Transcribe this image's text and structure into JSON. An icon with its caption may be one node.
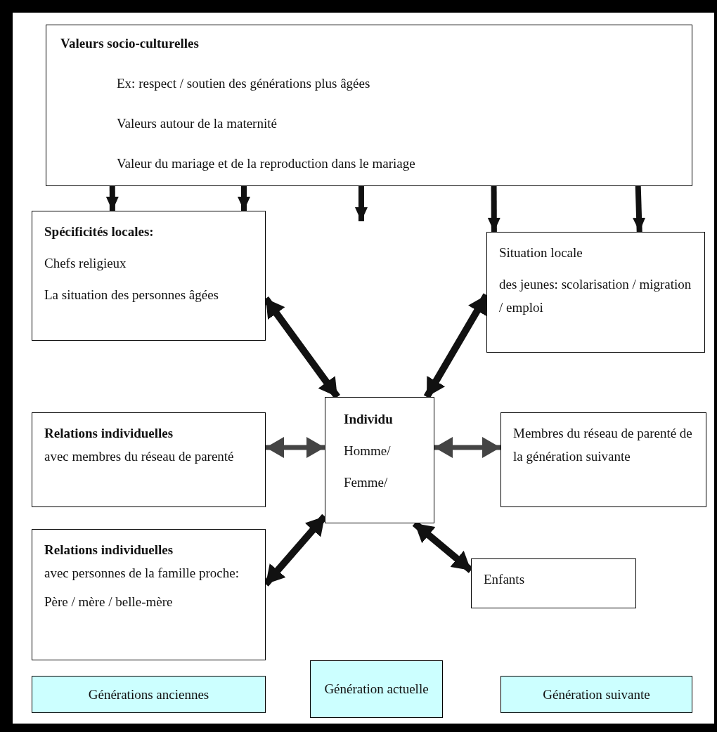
{
  "diagram": {
    "nodes": [
      {
        "text": [
          "Valeurs socio-culturelles",
          "Ex: respect / soutien des générations plus âgées",
          "Valeurs autour de la maternité",
          "Valeur du mariage et de la reproduction dans le mariage"
        ]
      },
      {
        "text": [
          "Spécificités locales:",
          "Chefs religieux",
          "La situation des personnes âgées"
        ]
      },
      {
        "text": [
          "Situation locale",
          "des jeunes: scolarisation / migration / emploi"
        ]
      },
      {
        "text": [
          "Individu",
          "Homme/",
          "Femme/"
        ]
      },
      {
        "text": [
          "Relations individuelles",
          "avec membres du réseau de parenté"
        ]
      },
      {
        "text": [
          "Membres du réseau de parenté de la génération suivante"
        ]
      },
      {
        "text": [
          "Relations individuelles",
          "avec personnes de la famille proche:",
          "Père / mère / belle-mère"
        ]
      },
      {
        "text": [
          "Enfants"
        ]
      },
      {
        "text": [
          "Générations anciennes"
        ]
      },
      {
        "text": [
          "Génération actuelle"
        ]
      },
      {
        "text": [
          "Génération suivante"
        ]
      }
    ],
    "edges": [
      {
        "from": 0,
        "to": 1,
        "arrow": "to"
      },
      {
        "from": 0,
        "to": 1,
        "arrow": "to"
      },
      {
        "from": 0,
        "to": null,
        "arrow": "to"
      },
      {
        "from": 0,
        "to": 2,
        "arrow": "to"
      },
      {
        "from": 0,
        "to": 2,
        "arrow": "to"
      },
      {
        "from": 1,
        "to": 3,
        "arrow": "both"
      },
      {
        "from": 2,
        "to": 3,
        "arrow": "both"
      },
      {
        "from": 4,
        "to": 3,
        "arrow": "both",
        "color": "#444444"
      },
      {
        "from": 3,
        "to": 5,
        "arrow": "both",
        "color": "#444444"
      },
      {
        "from": 6,
        "to": 3,
        "arrow": "both"
      },
      {
        "from": 3,
        "to": 7,
        "arrow": "both"
      }
    ]
  }
}
